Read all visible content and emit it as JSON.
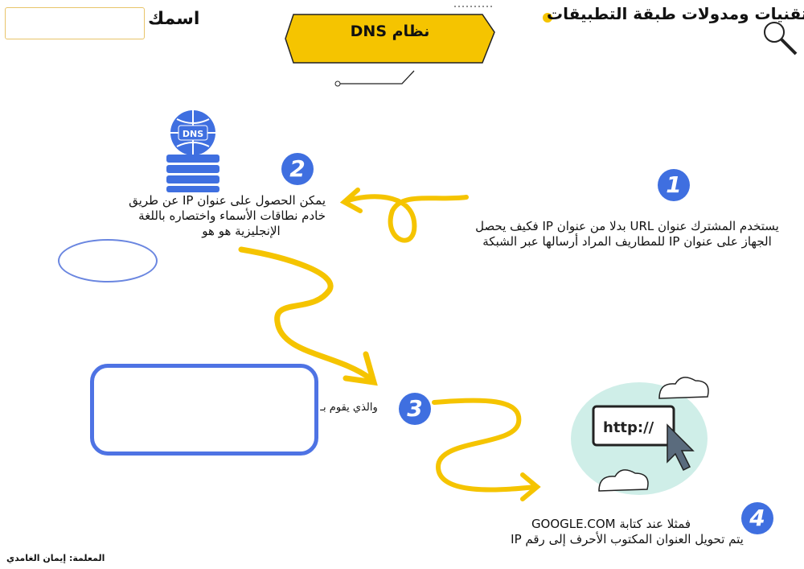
{
  "header": {
    "course_title": "تقنيات ومدولات طبقة التطبيقات",
    "topic_title": "نظام DNS",
    "name_label": "اسمك",
    "name_value": ""
  },
  "steps": [
    {
      "number": "1",
      "text_line1": "يستخدم المشترك  عنوان  URL  بدلا من عنوان IP فكيف يحصل",
      "text_line2": "الجهاز على عنوان IP للمطاريف المراد أرسالها عبر الشبكة"
    },
    {
      "number": "2",
      "text_line1": "يمكن الحصول على عنوان  IP  عن طريق",
      "text_line2": "خادم نطاقات الأسماء واختصاره باللغة",
      "text_line3": "الإنجليزية هو  هو"
    },
    {
      "number": "3",
      "text_line1": "والذي يقوم بـ"
    },
    {
      "number": "4",
      "text_line1": "فمثلا  عند كتابة GOOGLE.COM",
      "text_line2": "يتم تحويل العنوان المكتوب الأحرف إلى رقم IP"
    }
  ],
  "answers": {
    "dns_acronym": "",
    "dns_function": ""
  },
  "illustrations": {
    "dns_server_label": "DNS",
    "browser_url": "http://"
  },
  "footer": {
    "teacher": "المعلمة: إيمان الغامدي"
  },
  "colors": {
    "accent_yellow": "#f5c400",
    "number_blue": "#3f6fe0",
    "cloud_teal": "#cfeee8"
  }
}
